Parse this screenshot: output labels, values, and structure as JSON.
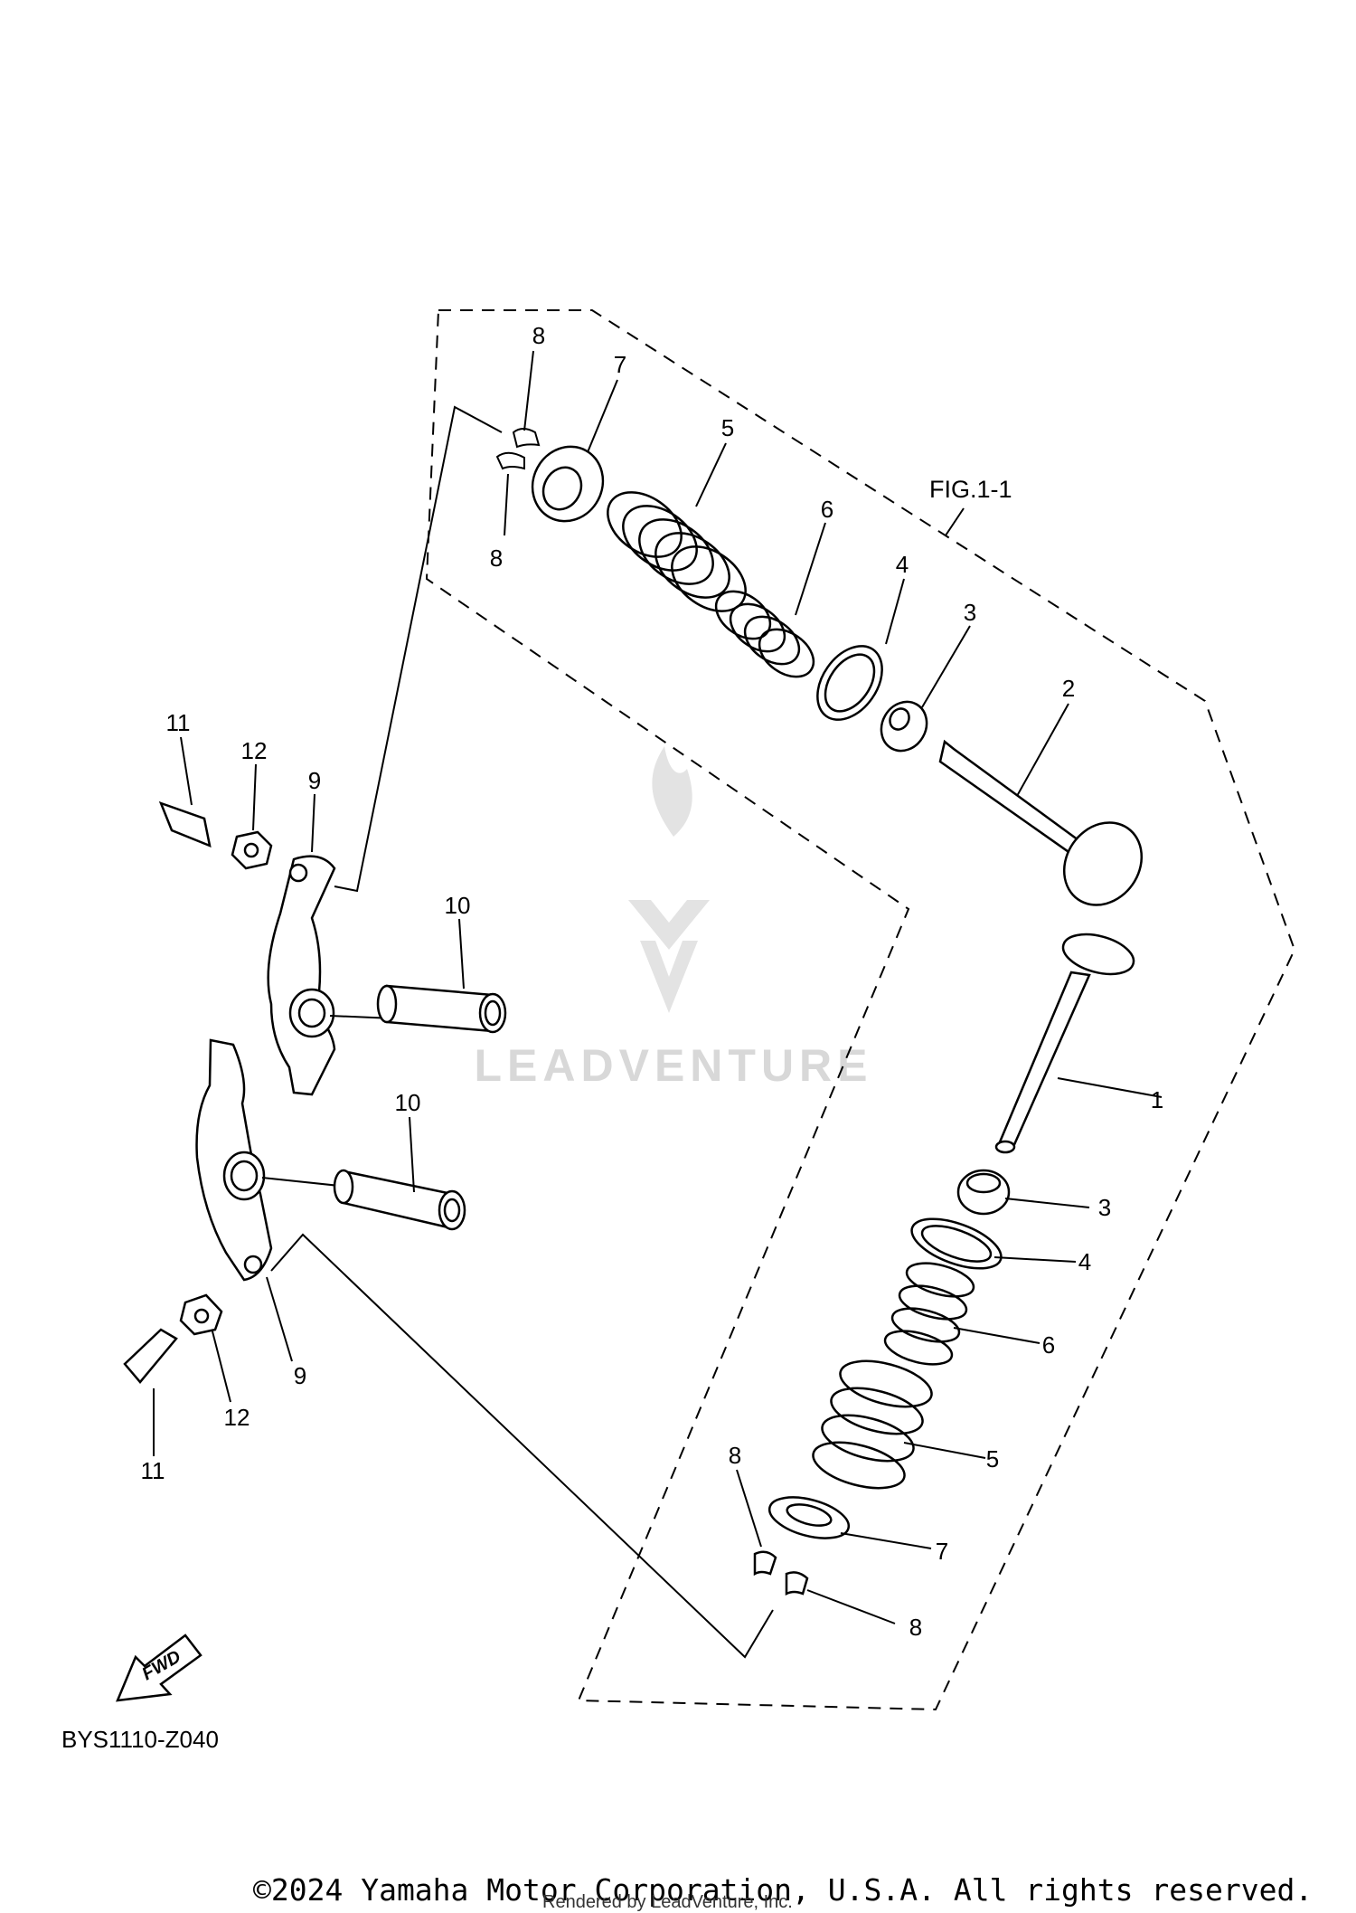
{
  "diagram": {
    "figure_ref": "FIG.1-1",
    "diagram_code": "BYS1110-Z040",
    "fwd_label": "FWD",
    "watermark": "LEADVENTURE",
    "copyright": "©2024 Yamaha Motor Corporation, U.S.A. All rights reserved.",
    "rendered_by": "Rendered by LeadVenture, Inc.",
    "callouts": {
      "c1": "1",
      "c2": "2",
      "c3a": "3",
      "c3b": "3",
      "c4a": "4",
      "c4b": "4",
      "c5a": "5",
      "c5b": "5",
      "c6a": "6",
      "c6b": "6",
      "c7a": "7",
      "c7b": "7",
      "c8a": "8",
      "c8b": "8",
      "c8c": "8",
      "c8d": "8",
      "c9a": "9",
      "c9b": "9",
      "c10a": "10",
      "c10b": "10",
      "c11a": "11",
      "c11b": "11",
      "c12a": "12",
      "c12b": "12"
    }
  }
}
